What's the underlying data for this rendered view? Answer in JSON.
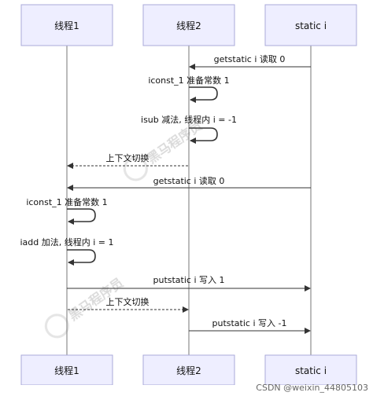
{
  "participants": [
    {
      "id": "t1",
      "label": "线程1"
    },
    {
      "id": "t2",
      "label": "线程2"
    },
    {
      "id": "si",
      "label": "static i"
    }
  ],
  "messages": [
    {
      "from": "si",
      "to": "t2",
      "label": "getstatic i 读取 0",
      "style": "solid"
    },
    {
      "from": "t2",
      "to": "t2",
      "label": "iconst_1 准备常数 1",
      "style": "self"
    },
    {
      "from": "t2",
      "to": "t2",
      "label": "isub 减法, 线程内 i = -1",
      "style": "self"
    },
    {
      "from": "t2",
      "to": "t1",
      "label": "上下文切换",
      "style": "dashed"
    },
    {
      "from": "si",
      "to": "t1",
      "label": "getstatic i 读取 0",
      "style": "solid"
    },
    {
      "from": "t1",
      "to": "t1",
      "label": "iconst_1 准备常数 1",
      "style": "self"
    },
    {
      "from": "t1",
      "to": "t1",
      "label": "iadd 加法, 线程内 i = 1",
      "style": "self"
    },
    {
      "from": "t1",
      "to": "si",
      "label": "putstatic i 写入 1",
      "style": "solid"
    },
    {
      "from": "t1",
      "to": "t2",
      "label": "上下文切换",
      "style": "dashed"
    },
    {
      "from": "t2",
      "to": "si",
      "label": "putstatic i 写入 -1",
      "style": "solid"
    }
  ],
  "watermark": "黑马程序员",
  "footer": "CSDN @weixin_44805103",
  "colors": {
    "box_fill": "#eeeeff",
    "box_stroke": "#a9a9d8",
    "line": "#333333"
  }
}
